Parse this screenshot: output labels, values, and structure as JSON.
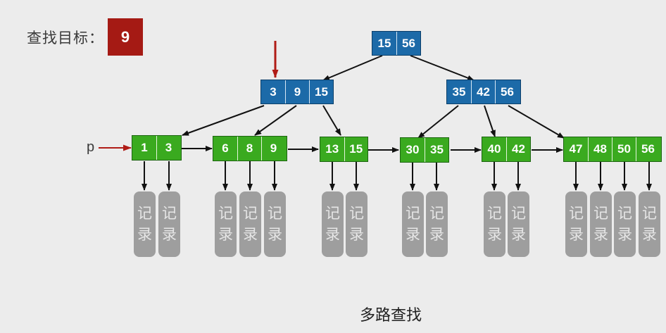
{
  "target": {
    "label": "查找目标：",
    "value": "9"
  },
  "pointer_label": "p",
  "caption": "多路查找",
  "record_text": [
    "记",
    "录"
  ],
  "colors": {
    "internal": "#1c6aa8",
    "leaf": "#3aaa1f",
    "target": "#a51a14",
    "record": "#9e9e9e",
    "pointer_arrow": "#b01c16"
  },
  "nodes": {
    "root": [
      "15",
      "56"
    ],
    "left_internal": [
      "3",
      "9",
      "15"
    ],
    "right_internal": [
      "35",
      "42",
      "56"
    ],
    "leaf1": [
      "1",
      "3"
    ],
    "leaf2": [
      "6",
      "8",
      "9"
    ],
    "leaf3": [
      "13",
      "15"
    ],
    "leaf4": [
      "30",
      "35"
    ],
    "leaf5": [
      "40",
      "42"
    ],
    "leaf6": [
      "47",
      "48",
      "50",
      "56"
    ]
  }
}
